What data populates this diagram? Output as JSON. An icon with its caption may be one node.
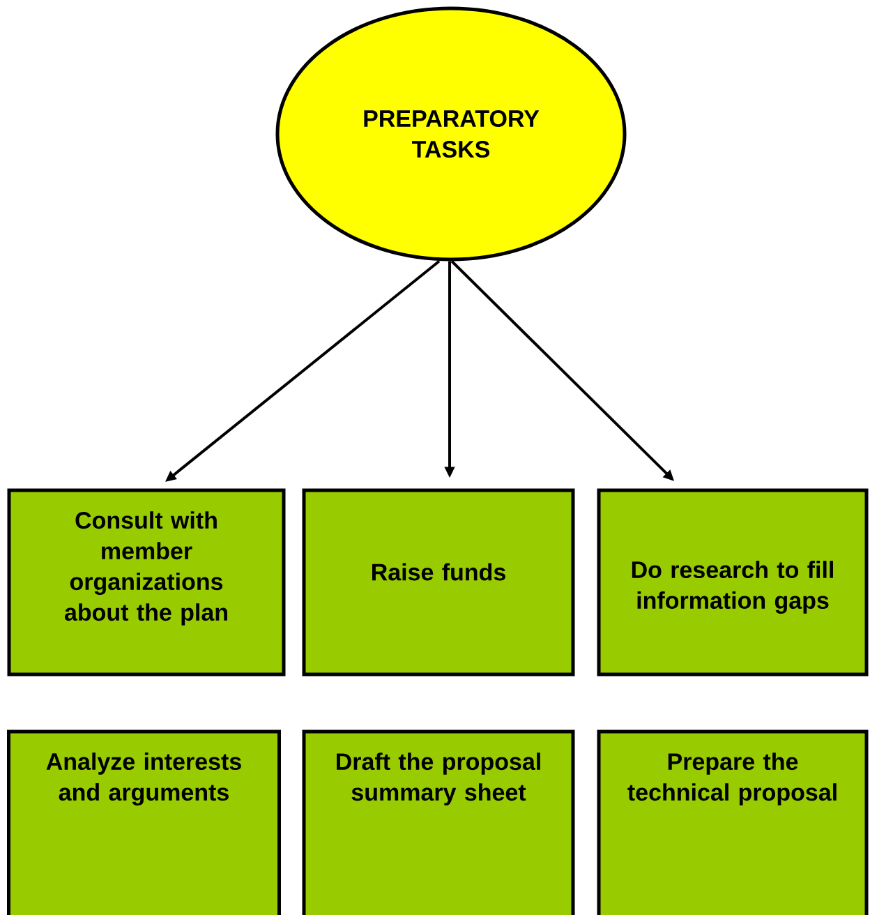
{
  "diagram": {
    "nodes": [
      {
        "text": [
          "PREPARATORY TASKS"
        ]
      },
      {
        "text": [
          "Consult with member organizations about the plan"
        ]
      },
      {
        "text": [
          "Raise funds"
        ]
      },
      {
        "text": [
          "Do research to fill information gaps"
        ]
      },
      {
        "text": [
          "Analyze interests and  arguments"
        ]
      },
      {
        "text": [
          "Draft the proposal summary sheet"
        ]
      },
      {
        "text": [
          "Prepare the technical proposal"
        ]
      }
    ],
    "edges": [
      {
        "from": 0,
        "to": 1,
        "arrow": "to"
      },
      {
        "from": 0,
        "to": 2,
        "arrow": "to"
      },
      {
        "from": 0,
        "to": 3,
        "arrow": "to"
      }
    ]
  }
}
